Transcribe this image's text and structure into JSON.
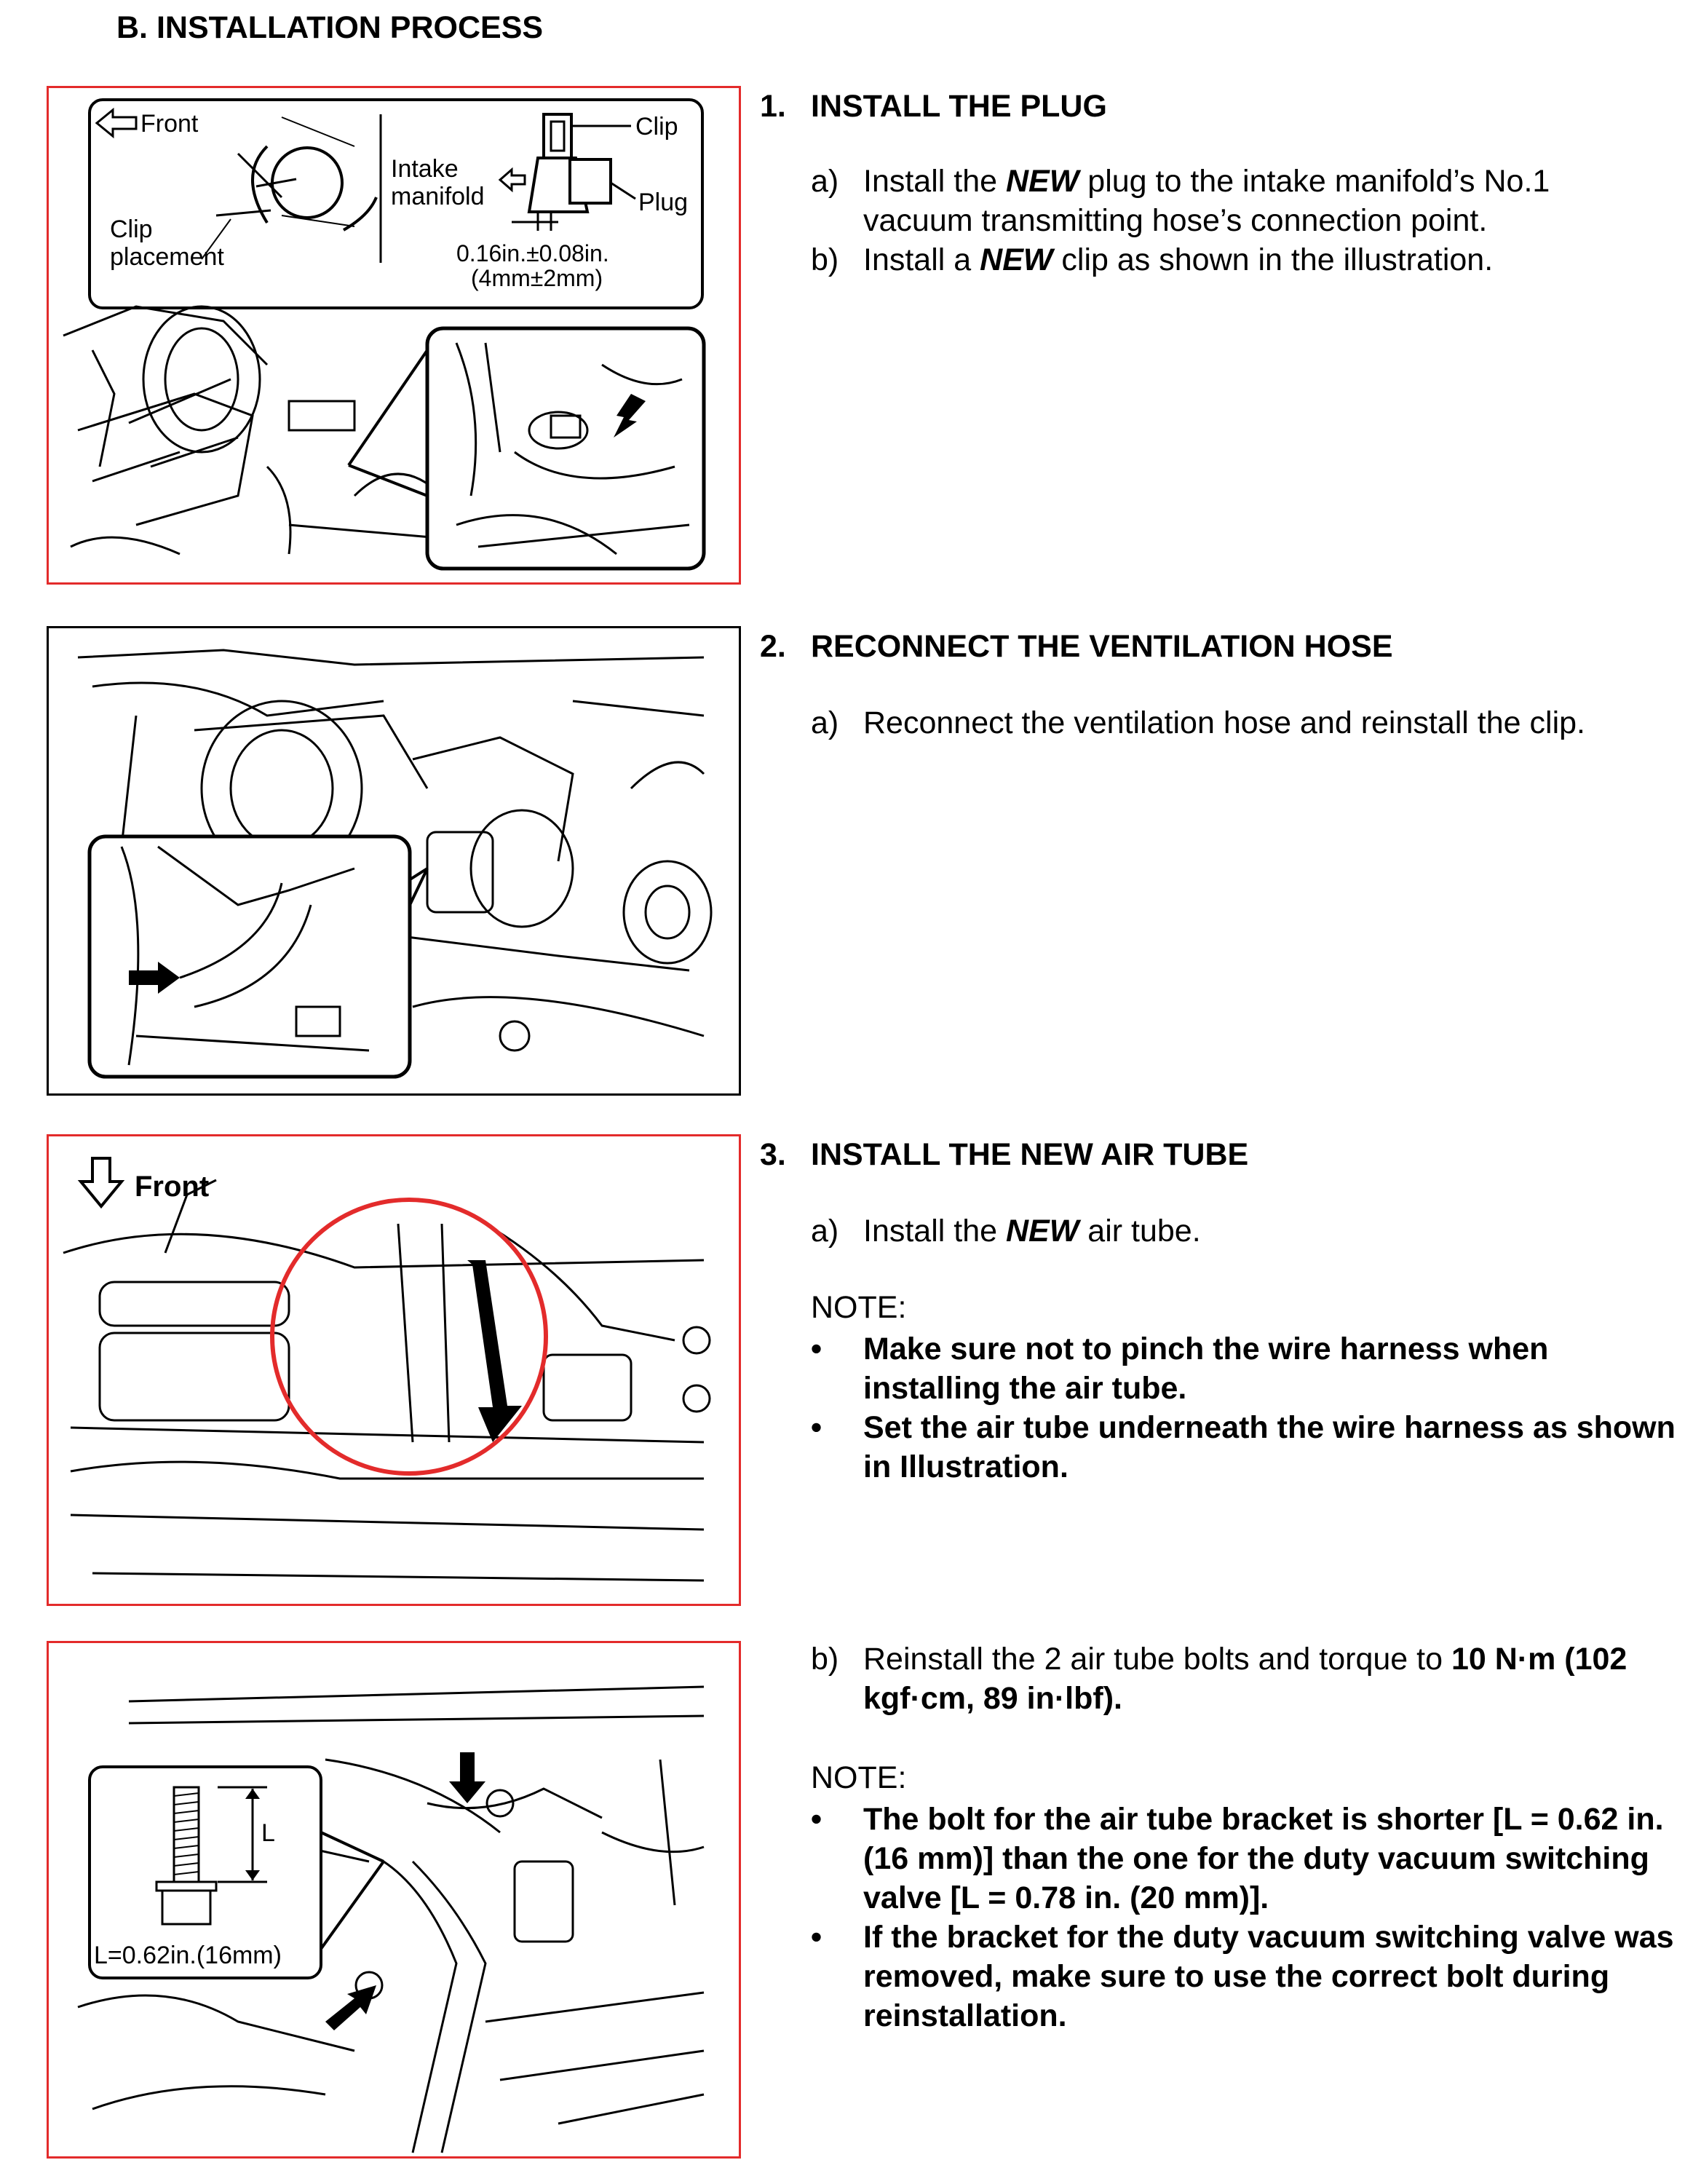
{
  "section_title": "B.  INSTALLATION PROCESS",
  "steps": [
    {
      "num": "1.",
      "title": "INSTALL THE PLUG",
      "subs": [
        {
          "label": "a)",
          "pre": "Install the ",
          "em": "NEW",
          "post": " plug to the intake manifold’s No.1 vacuum transmitting hose’s connection point."
        },
        {
          "label": "b)",
          "pre": "Install a ",
          "em": "NEW",
          "post": " clip as shown in the illustration."
        }
      ]
    },
    {
      "num": "2.",
      "title": "RECONNECT THE VENTILATION HOSE",
      "subs": [
        {
          "label": "a)",
          "text": "Reconnect the ventilation hose and reinstall the clip."
        }
      ]
    },
    {
      "num": "3.",
      "title": "INSTALL THE NEW AIR TUBE",
      "subs": [
        {
          "label": "a)",
          "pre": "Install the ",
          "em": "NEW",
          "post": " air tube."
        }
      ],
      "note_heading": "NOTE:",
      "notes": [
        "Make sure not to pinch the wire harness when installing the air tube.",
        "Set the air tube underneath the wire harness as shown in Illustration."
      ]
    },
    {
      "subs": [
        {
          "label": "b)",
          "pre": "Reinstall the 2 air tube bolts and torque to ",
          "strong": "10 N·m (102 kgf·cm, 89 in·lbf)."
        }
      ],
      "note_heading": "NOTE:",
      "notes": [
        "The bolt for the air tube bracket is shorter [L = 0.62 in. (16 mm)] than the one for the duty vacuum switching valve [L = 0.78 in. (20 mm)].",
        "If the bracket for the duty vacuum switching valve was removed, make sure to use the correct bolt during reinstallation."
      ]
    }
  ],
  "figures": {
    "fig1": {
      "front": "Front",
      "clip_placement_1": "Clip",
      "clip_placement_2": "placement",
      "intake_1": "Intake",
      "intake_2": "manifold",
      "clip": "Clip",
      "plug": "Plug",
      "dim_1": "0.16in.±0.08in.",
      "dim_2": "(4mm±2mm)"
    },
    "fig3": {
      "front": "Front"
    },
    "fig4": {
      "length_label": "L",
      "bolt_caption": "L=0.62in.(16mm)"
    }
  }
}
